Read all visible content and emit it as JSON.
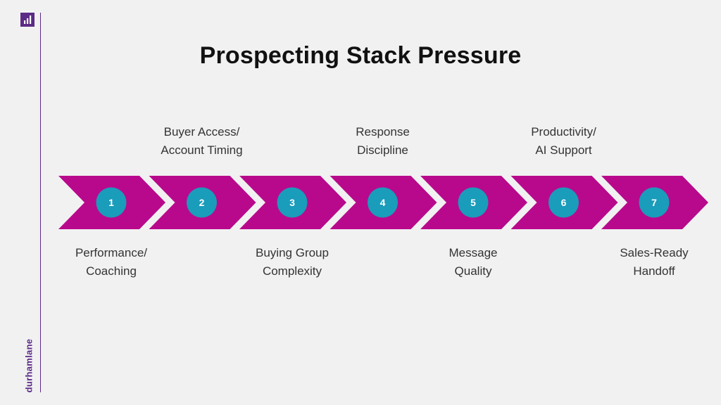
{
  "header": {
    "title": "Prospecting Stack Pressure"
  },
  "brand": {
    "name": "durhamlane",
    "logo_icon": "bar-chart-logo-icon"
  },
  "colors": {
    "chevron": "#b8098c",
    "circle": "#1a9cbb",
    "accent": "#5b2a86",
    "background": "#f1f1f1"
  },
  "steps": [
    {
      "number": "1",
      "label_lines": [
        "Performance/",
        "Coaching"
      ],
      "position": "below"
    },
    {
      "number": "2",
      "label_lines": [
        "Buyer Access/",
        "Account Timing"
      ],
      "position": "above"
    },
    {
      "number": "3",
      "label_lines": [
        "Buying Group",
        "Complexity"
      ],
      "position": "below"
    },
    {
      "number": "4",
      "label_lines": [
        "Response",
        "Discipline"
      ],
      "position": "above"
    },
    {
      "number": "5",
      "label_lines": [
        "Message",
        "Quality"
      ],
      "position": "below"
    },
    {
      "number": "6",
      "label_lines": [
        "Productivity/",
        "AI Support"
      ],
      "position": "above"
    },
    {
      "number": "7",
      "label_lines": [
        "Sales-Ready",
        "Handoff"
      ],
      "position": "below"
    }
  ]
}
